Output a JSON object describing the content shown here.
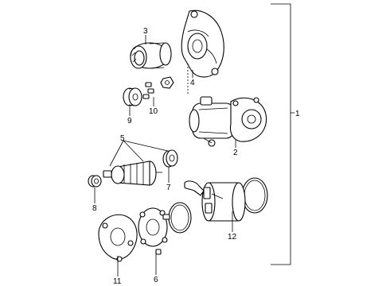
{
  "diagram": {
    "callouts": [
      {
        "id": "1",
        "text": "1"
      },
      {
        "id": "2",
        "text": "2"
      },
      {
        "id": "3",
        "text": "3"
      },
      {
        "id": "4",
        "text": "4"
      },
      {
        "id": "5",
        "text": "5"
      },
      {
        "id": "6",
        "text": "6"
      },
      {
        "id": "7",
        "text": "7"
      },
      {
        "id": "8",
        "text": "8"
      },
      {
        "id": "9",
        "text": "9"
      },
      {
        "id": "10",
        "text": "10"
      },
      {
        "id": "11",
        "text": "11"
      },
      {
        "id": "12",
        "text": "12"
      }
    ],
    "parts": [
      "starter-assembly",
      "field-frame-housing",
      "starter-clutch-drive",
      "drive-housing",
      "armature",
      "commutator-end-frame",
      "bearing",
      "armature-bearing",
      "idler-gear",
      "steel-balls",
      "end-cover",
      "yoke-assembly"
    ]
  }
}
